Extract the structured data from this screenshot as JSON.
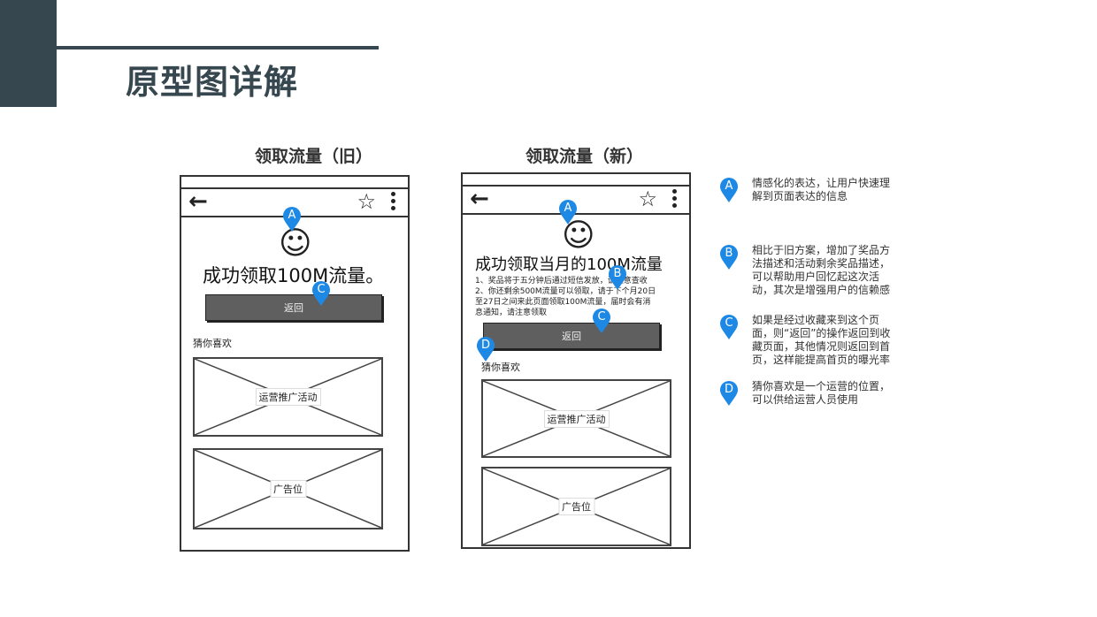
{
  "page_title": "原型图详解",
  "old": {
    "caption": "领取流量（旧）",
    "success_text": "成功领取100M流量。",
    "return_label": "返回",
    "guess_label": "猜你喜欢",
    "promo_label": "运营推广活动",
    "ad_label": "广告位"
  },
  "new": {
    "caption": "领取流量（新）",
    "success_text": "成功领取当月的100M流量",
    "desc_lines": [
      "1、奖品将于五分钟后通过短信发放，请注意查收",
      "2、你还剩余500M流量可以领取，请于下个月20日",
      "至27日之间来此页面领取100M流量，届时会有消",
      "息通知，请注意领取"
    ],
    "return_label": "返回",
    "guess_label": "猜你喜欢",
    "promo_label": "运营推广活动",
    "ad_label": "广告位"
  },
  "markers": {
    "a": "A",
    "b": "B",
    "c": "C",
    "d": "D"
  },
  "notes": [
    {
      "letter": "A",
      "lines": [
        "情感化的表达，让用户快速理",
        "解到页面表达的信息"
      ]
    },
    {
      "letter": "B",
      "lines": [
        "相比于旧方案，增加了奖品方",
        "法描述和活动剩余奖品描述，",
        "可以帮助用户回忆起这次活",
        "动，其次是增强用户的信赖感"
      ]
    },
    {
      "letter": "C",
      "lines": [
        "如果是经过收藏来到这个页",
        "面，则“返回”的操作返回到收",
        "藏页面，其他情况则返回到首",
        "页，这样能提高首页的曝光率"
      ]
    },
    {
      "letter": "D",
      "lines": [
        "猜你喜欢是一个运营的位置，",
        "可以供给运营人员使用"
      ]
    }
  ],
  "icons": {
    "back": "arrow-left-icon",
    "favorite": "star-icon",
    "more": "kebab-menu-icon",
    "emotion": "smiley-icon",
    "marker": "map-pin-icon"
  },
  "colors": {
    "accent": "#37474f",
    "pin": "#1e88e5",
    "button": "#5f5f5f"
  }
}
